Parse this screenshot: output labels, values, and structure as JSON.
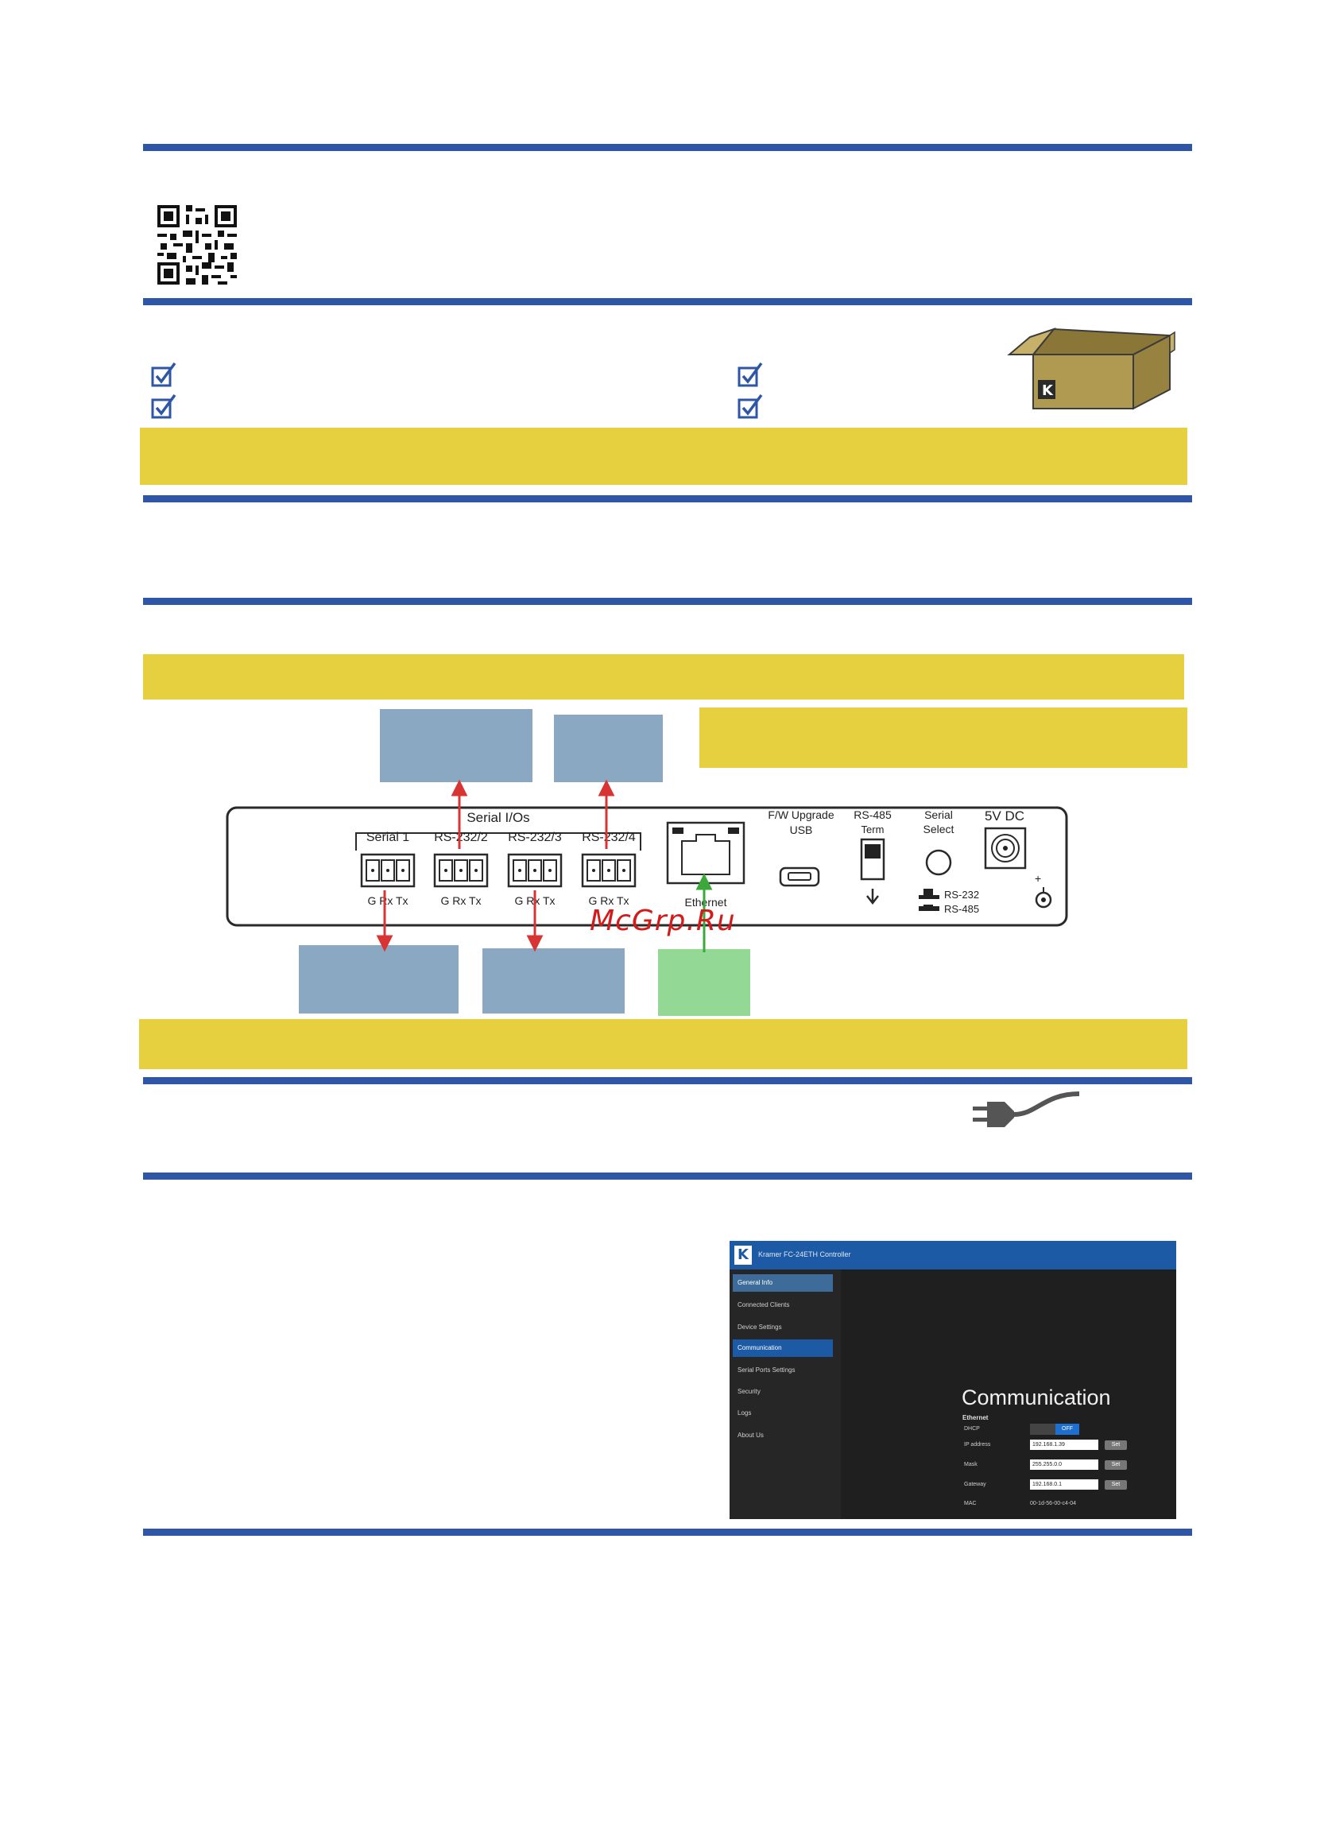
{
  "panel": {
    "serial_ios": "Serial I/Os",
    "serial1": "Serial 1",
    "rs232_2": "RS-232/2",
    "rs232_3": "RS-232/3",
    "rs232_4": "RS-232/4",
    "pins": "G Rx Tx",
    "ethernet": "Ethernet",
    "fw_upgrade": "F/W Upgrade",
    "usb": "USB",
    "rs485": "RS-485",
    "term": "Term",
    "serial": "Serial",
    "select": "Select",
    "rs232": "RS-232",
    "rs485_opt": "RS-485",
    "power": "5V DC"
  },
  "watermark": "McGrp.Ru",
  "webui": {
    "logo": "K",
    "title": "Kramer FC-24ETH Controller",
    "menu": [
      "General Info",
      "Connected Clients",
      "Device Settings",
      "Communication",
      "Serial Ports Settings",
      "Security",
      "Logs",
      "About Us"
    ],
    "heading": "Communication",
    "section": "Ethernet",
    "dhcp_label": "DHCP",
    "dhcp_value": "OFF",
    "ip_label": "IP address",
    "ip_value": "192.168.1.39",
    "mask_label": "Mask",
    "mask_value": "255.255.0.0",
    "gateway_label": "Gateway",
    "gateway_value": "192.168.0.1",
    "mac_label": "MAC",
    "mac_value": "00-1d-56-00-c4-04",
    "set_label": "Set"
  },
  "colors": {
    "rule": "#2f56a6",
    "band": "#e6d040",
    "device_box": "#8aa8c1",
    "lan_box": "#93d894",
    "arrow_red": "#d83434",
    "arrow_green": "#3aa83a"
  }
}
